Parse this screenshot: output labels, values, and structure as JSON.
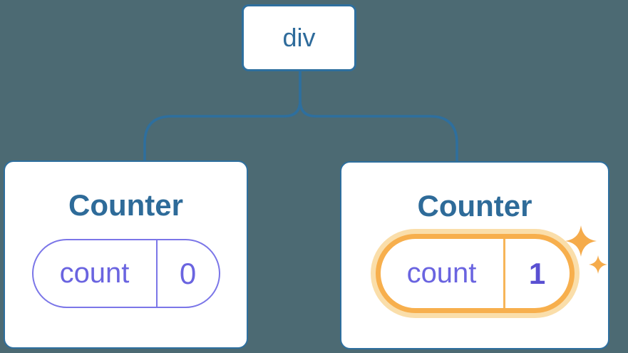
{
  "tree": {
    "root": {
      "label": "div"
    },
    "children": [
      {
        "title": "Counter",
        "state": {
          "label": "count",
          "value": "0"
        },
        "highlighted": false
      },
      {
        "title": "Counter",
        "state": {
          "label": "count",
          "value": "1"
        },
        "highlighted": true
      }
    ]
  },
  "icons": {
    "sparkles": "sparkles-icon"
  },
  "colors": {
    "background": "#4C6A73",
    "node_fill": "#FFFFFF",
    "node_stroke": "#2E6F9E",
    "node_text": "#2E6B99",
    "state_stroke": "#7B76E8",
    "state_text": "#6A64E0",
    "state_value_highlight_text": "#5A50D2",
    "highlight_border": "#F7AF4D",
    "highlight_halo": "#FADEAA",
    "sparkle": "#F5AB4B"
  }
}
